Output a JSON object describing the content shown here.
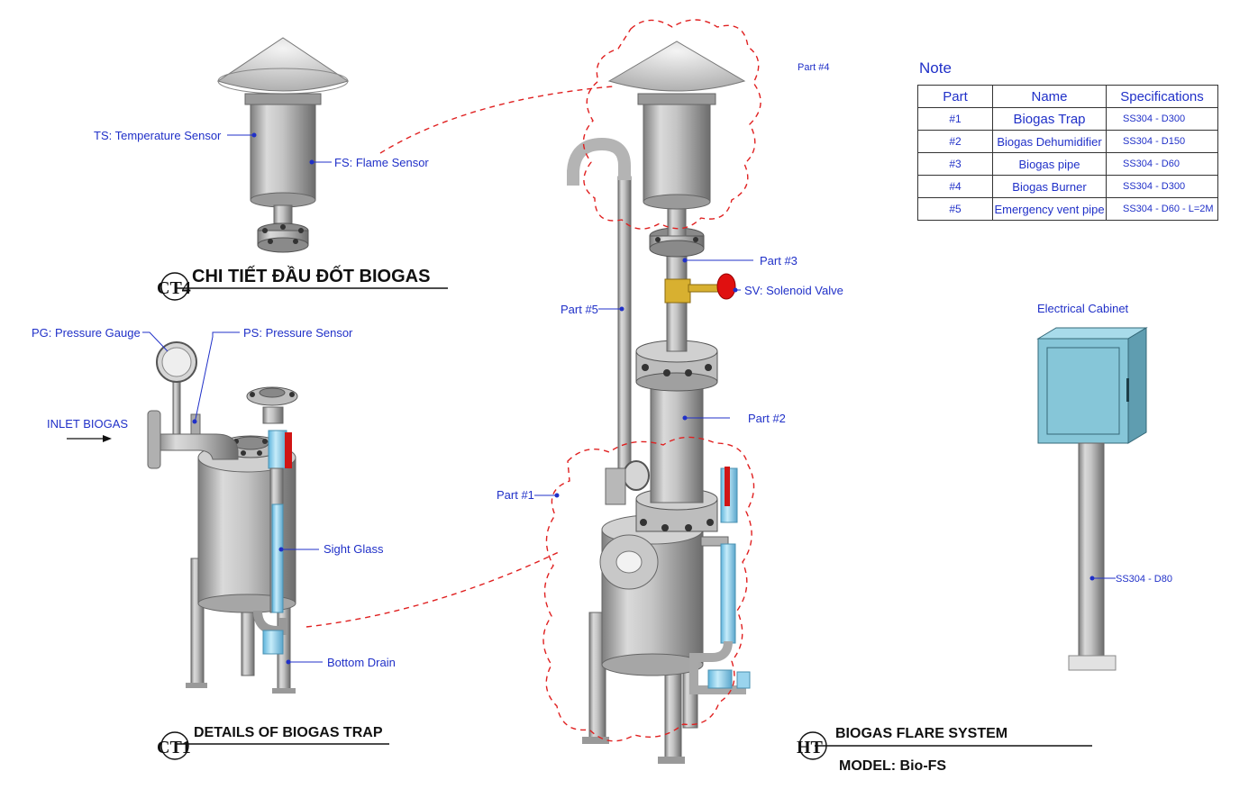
{
  "labels": {
    "ts": "TS: Temperature Sensor",
    "fs": "FS: Flame Sensor",
    "pg": "PG: Pressure Gauge",
    "ps": "PS: Pressure Sensor",
    "inlet": "INLET BIOGAS",
    "sight_glass": "Sight Glass",
    "bottom_drain": "Bottom Drain",
    "part4": "Part #4",
    "part3": "Part #3",
    "part5": "Part #5",
    "part2": "Part #2",
    "part1": "Part #1",
    "sv": "SV: Solenoid Valve",
    "cabinet": "Electrical Cabinet",
    "cabinet_pole": "SS304 - D80"
  },
  "titles": {
    "ct4_tag": "CT4",
    "ct4_title": "CHI TIẾT ĐẦU ĐỐT BIOGAS",
    "ct1_tag": "CT1",
    "ct1_title": "DETAILS OF BIOGAS TRAP",
    "ht_tag": "HT",
    "ht_title": "BIOGAS FLARE SYSTEM",
    "model": "MODEL: Bio-FS"
  },
  "note": {
    "title": "Note",
    "headers": [
      "Part",
      "Name",
      "Specifications"
    ],
    "rows": [
      {
        "part": "#1",
        "name": "Biogas Trap",
        "spec": "SS304 - D300"
      },
      {
        "part": "#2",
        "name": "Biogas Dehumidifier",
        "spec": "SS304 - D150"
      },
      {
        "part": "#3",
        "name": "Biogas pipe",
        "spec": "SS304 - D60"
      },
      {
        "part": "#4",
        "name": "Biogas Burner",
        "spec": "SS304 - D300"
      },
      {
        "part": "#5",
        "name": "Emergency vent pipe",
        "spec": "SS304 - D60 - L=2M"
      }
    ]
  },
  "colors": {
    "label": "#2030c8",
    "cloud": "#e02020",
    "steel": "#b9b9b9",
    "sight_glass": "#8fd0ee",
    "brass": "#d8b030",
    "valve_red": "#e01010",
    "cabinet": "#86c6d8"
  }
}
